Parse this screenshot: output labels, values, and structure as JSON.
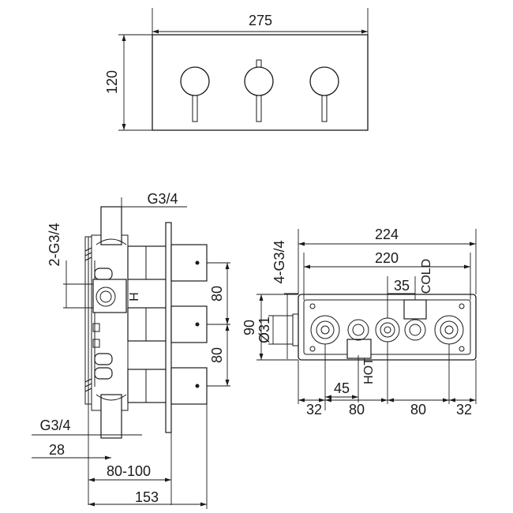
{
  "front_view": {
    "width_label": "275",
    "height_label": "120"
  },
  "side_view": {
    "top_inlet_label": "G3/4",
    "side_ports_label": "2-G3/4",
    "hot_mark": "H",
    "spacing_upper_label": "80",
    "spacing_lower_label": "80",
    "bottom_outlet_label": "G3/4",
    "outlet_offset_label": "28",
    "depth_range_label": "80-100",
    "total_depth_label": "153"
  },
  "rear_view": {
    "overall_width_label": "224",
    "inner_width_label": "220",
    "cold_offset_label": "35",
    "cold_label": "COLD",
    "ports_label": "4-G3/4",
    "height_label": "90",
    "diameter_label": "Ø31",
    "hot_label": "HOT",
    "hot_offset_label": "45",
    "bottom_dims": [
      "32",
      "80",
      "80",
      "32"
    ]
  }
}
